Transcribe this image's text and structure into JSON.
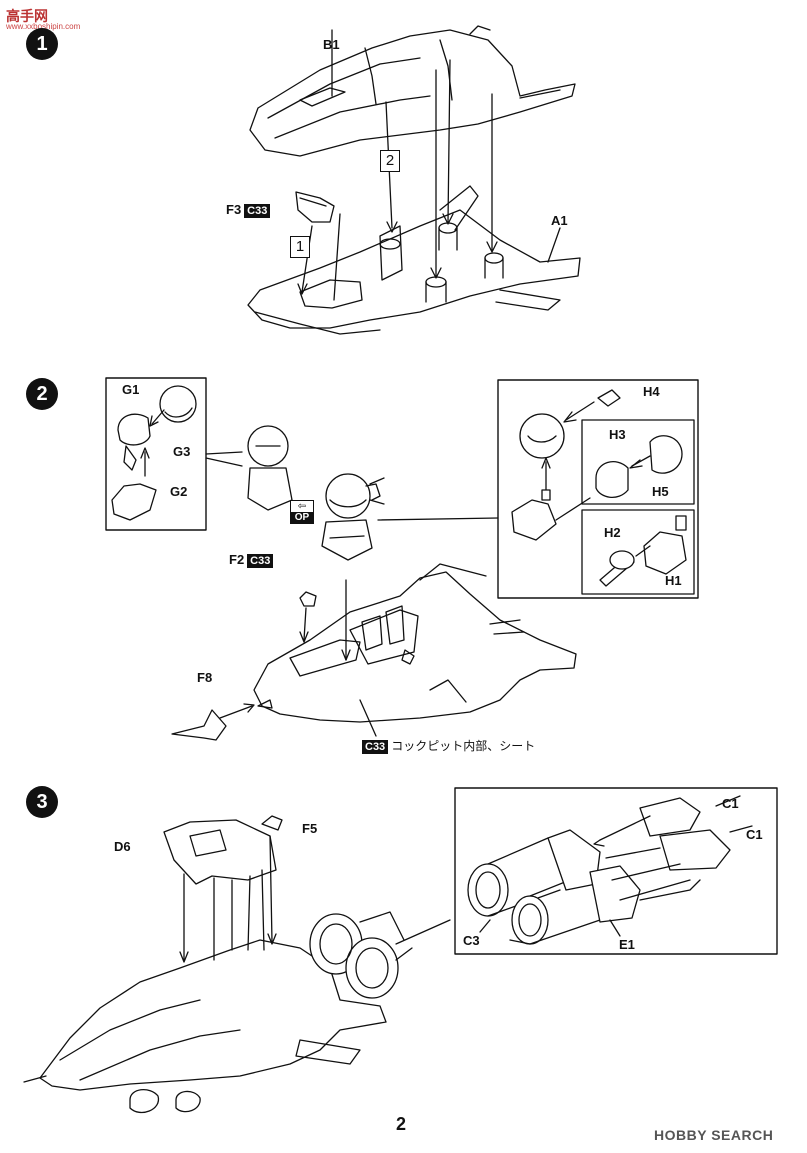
{
  "watermark": {
    "logo_text": "高手网",
    "url": "www.xxboshipin.com"
  },
  "steps": [
    "1",
    "2",
    "3"
  ],
  "step1": {
    "labels": {
      "b1": "B1",
      "a1": "A1",
      "f3": "F3"
    },
    "badge": "C33",
    "box_numbers": [
      "1",
      "2"
    ]
  },
  "step2": {
    "labels": {
      "g1": "G1",
      "g2": "G2",
      "g3": "G3",
      "h1": "H1",
      "h2": "H2",
      "h3": "H3",
      "h4": "H4",
      "h5": "H5",
      "f2": "F2",
      "f8": "F8"
    },
    "op_top": "⇦",
    "op_bottom": "OP",
    "badge": "C33",
    "note_badge": "C33",
    "note_text": "コックピット内部、シート"
  },
  "step3": {
    "labels": {
      "d6": "D6",
      "f5": "F5",
      "c1a": "C1",
      "c1b": "C1",
      "c3": "C3",
      "e1": "E1"
    }
  },
  "footer": {
    "page_number": "2",
    "brand": "HOBBY SEARCH"
  }
}
